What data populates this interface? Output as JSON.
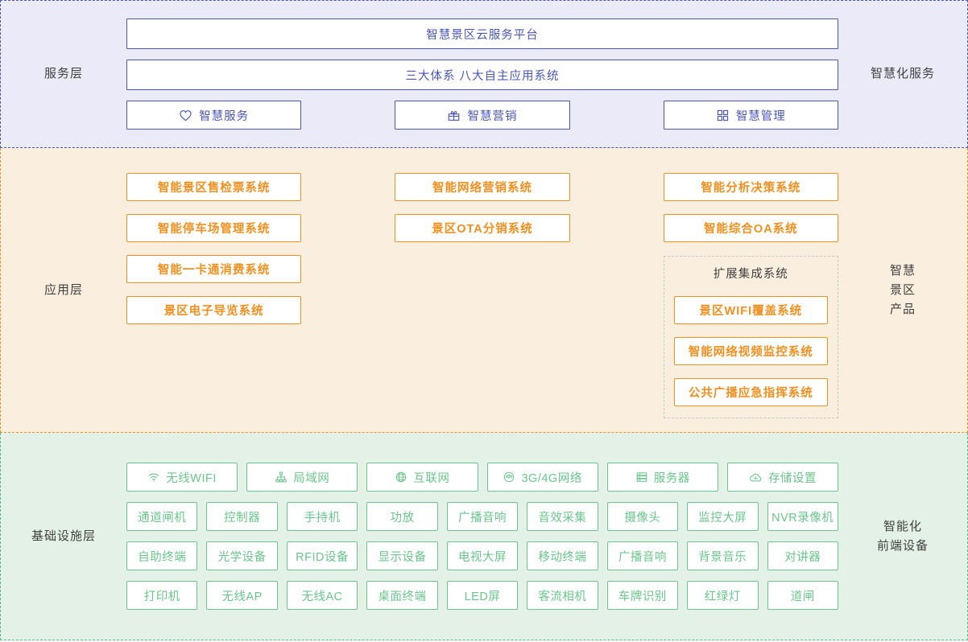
{
  "service_layer": {
    "left_label": "服务层",
    "right_label": "智慧化服务",
    "accent": "#4b57b4",
    "background": "#eaeaf9",
    "wide_bars": [
      {
        "label": "智慧景区云服务平台"
      },
      {
        "label": "三大体系  八大自主应用系统"
      }
    ],
    "pills": [
      {
        "icon": "heart-icon",
        "label": "智慧服务"
      },
      {
        "icon": "gift-icon",
        "label": "智慧营销"
      },
      {
        "icon": "grid-apps-icon",
        "label": "智慧管理"
      }
    ]
  },
  "application_layer": {
    "left_label": "应用层",
    "right_label": "智慧\n景区\n产品",
    "accent": "#ef9021",
    "background": "#faeede",
    "columns": [
      {
        "items": [
          {
            "label": "智能景区售检票系统"
          },
          {
            "label": "智能停车场管理系统"
          },
          {
            "label": "智能一卡通消费系统"
          },
          {
            "label": "景区电子导览系统"
          }
        ]
      },
      {
        "items": [
          {
            "label": "智能网络营销系统"
          },
          {
            "label": "景区OTA分销系统"
          }
        ]
      },
      {
        "items": [
          {
            "label": "智能分析决策系统"
          },
          {
            "label": "智能综合OA系统"
          }
        ],
        "group": {
          "title": "扩展集成系统",
          "items": [
            {
              "label": "景区WIFI覆盖系统"
            },
            {
              "label": "智能网络视频监控系统"
            },
            {
              "label": "公共广播应急指挥系统"
            }
          ]
        }
      }
    ]
  },
  "infrastructure_layer": {
    "left_label": "基础设施层",
    "right_label": "智能化\n前端设备",
    "accent": "#6cc48c",
    "background": "#e4f1e7",
    "network_row": [
      {
        "icon": "wifi-icon",
        "label": "无线WIFI"
      },
      {
        "icon": "lan-icon",
        "label": "局域网"
      },
      {
        "icon": "globe-icon",
        "label": "互联网"
      },
      {
        "icon": "signal-icon",
        "label": "3G/4G网络"
      },
      {
        "icon": "server-icon",
        "label": "服务器"
      },
      {
        "icon": "cloud-storage-icon",
        "label": "存储设置"
      }
    ],
    "device_rows": [
      [
        {
          "label": "通道闸机"
        },
        {
          "label": "控制器"
        },
        {
          "label": "手持机"
        },
        {
          "label": "功放"
        },
        {
          "label": "广播音响"
        },
        {
          "label": "音效采集"
        },
        {
          "label": "摄像头"
        },
        {
          "label": "监控大屏"
        },
        {
          "label": "NVR录像机"
        }
      ],
      [
        {
          "label": "自助终端"
        },
        {
          "label": "光学设备"
        },
        {
          "label": "RFID设备"
        },
        {
          "label": "显示设备"
        },
        {
          "label": "电视大屏"
        },
        {
          "label": "移动终端"
        },
        {
          "label": "广播音响"
        },
        {
          "label": "背景音乐"
        },
        {
          "label": "对讲器"
        }
      ],
      [
        {
          "label": "打印机"
        },
        {
          "label": "无线AP"
        },
        {
          "label": "无线AC"
        },
        {
          "label": "桌面终端"
        },
        {
          "label": "LED屏"
        },
        {
          "label": "客流相机"
        },
        {
          "label": "车牌识别"
        },
        {
          "label": "红绿灯"
        },
        {
          "label": "道闸"
        }
      ]
    ]
  }
}
